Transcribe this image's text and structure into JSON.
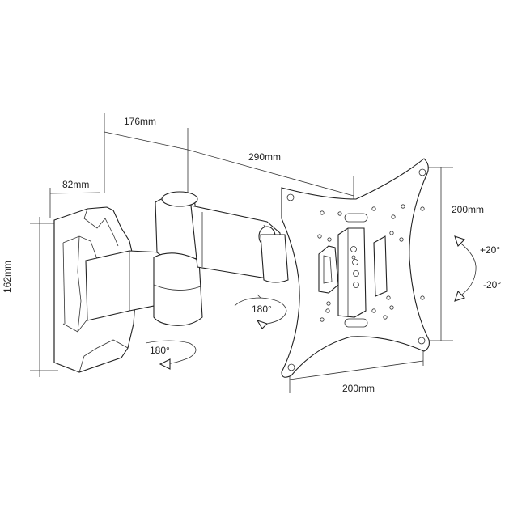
{
  "dimensions": {
    "arm_offset": "176mm",
    "arm_length": "290mm",
    "wall_plate_depth": "82mm",
    "wall_plate_height": "162mm",
    "vesa_height": "200mm",
    "vesa_width": "200mm"
  },
  "rotation": {
    "tilt_up": "+20°",
    "tilt_down": "-20°",
    "swivel_head": "180°",
    "swivel_wall": "180°"
  },
  "colors": {
    "line": "#222222",
    "background": "#ffffff"
  }
}
